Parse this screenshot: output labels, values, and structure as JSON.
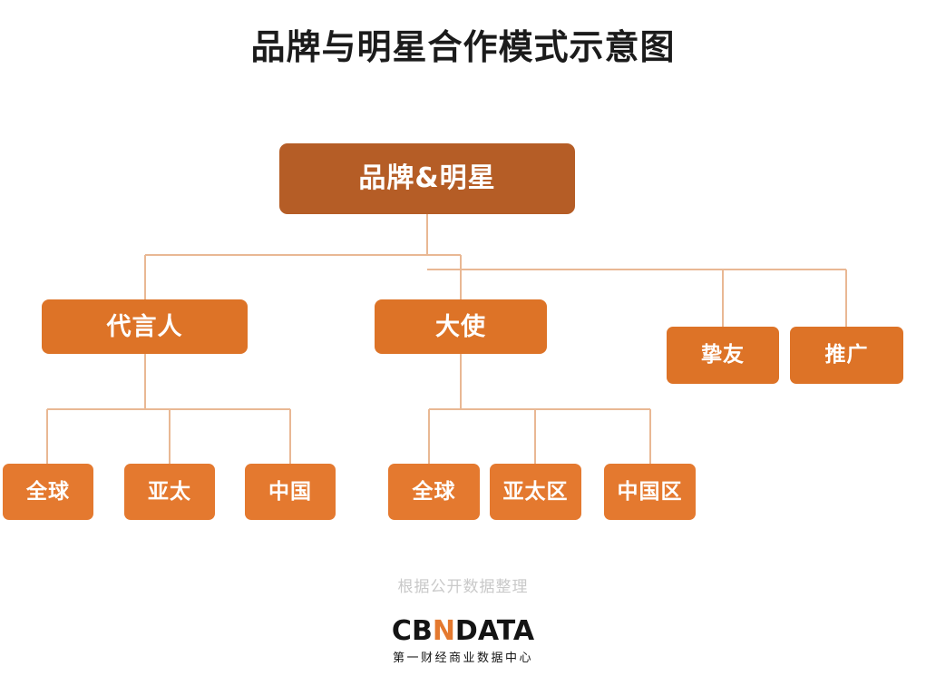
{
  "title": "品牌与明星合作模式示意图",
  "colors": {
    "root_fill": "#b55d26",
    "level2_fill": "#dd7327",
    "leaf_fill": "#e4792f",
    "connector": "#e9b894",
    "title_text": "#1b1b1b",
    "node_text": "#ffffff",
    "source_text": "#c9c9c9",
    "logo_accent": "#e4792f"
  },
  "diagram": {
    "type": "org-chart",
    "root": {
      "label": "品牌&明星"
    },
    "level2": [
      {
        "label": "代言人"
      },
      {
        "label": "大使"
      },
      {
        "label": "挚友"
      },
      {
        "label": "推广"
      }
    ],
    "leaves_spokesperson": [
      {
        "label": "全球"
      },
      {
        "label": "亚太"
      },
      {
        "label": "中国"
      }
    ],
    "leaves_ambassador": [
      {
        "label": "全球"
      },
      {
        "label": "亚太区"
      },
      {
        "label": "中国区"
      }
    ]
  },
  "footer": {
    "source_note": "根据公开数据整理",
    "logo_part1": "CB",
    "logo_accent": "N",
    "logo_part2": "DATA",
    "logo_subtitle": "第一财经商业数据中心"
  }
}
